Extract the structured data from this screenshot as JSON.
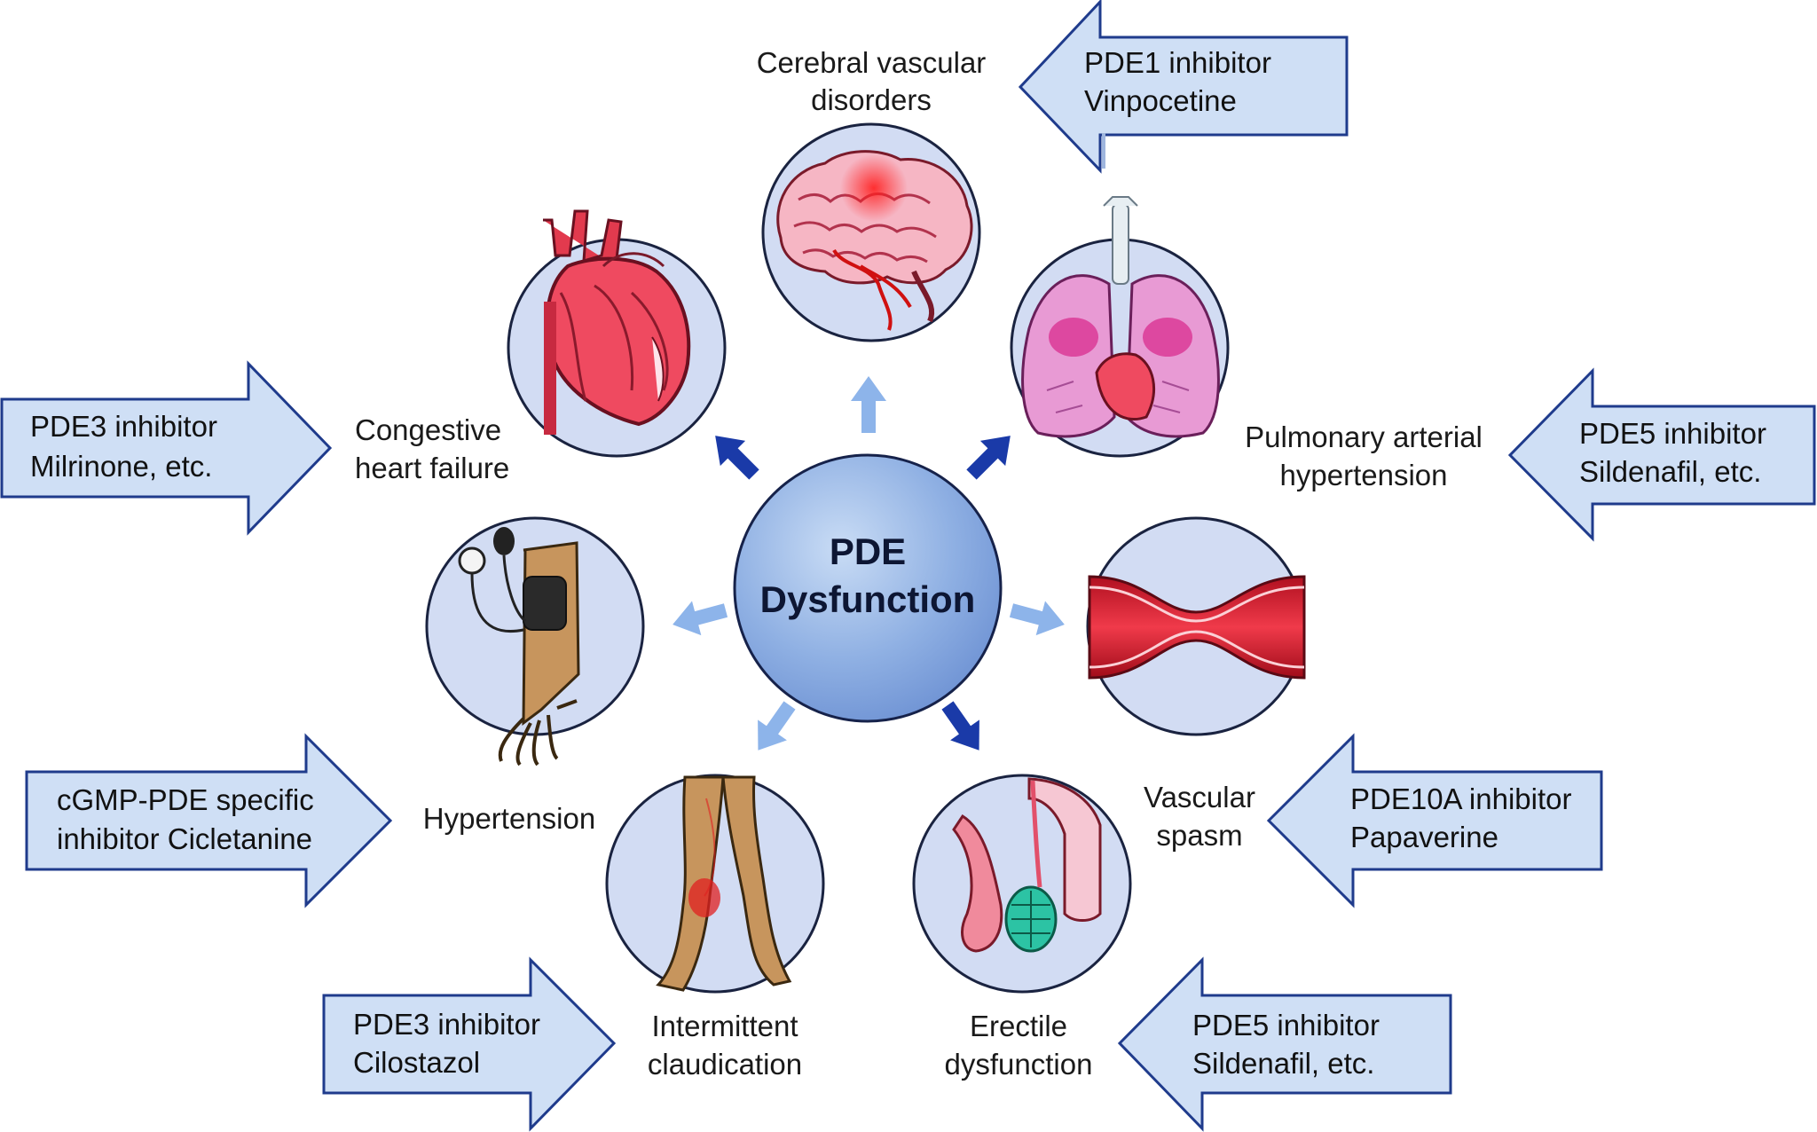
{
  "center": {
    "line1": "PDE",
    "line2": "Dysfunction"
  },
  "colors": {
    "arrow_fill": "#cfdff5",
    "arrow_stroke": "#1f3b8c",
    "circle_fill": "#d2dcf3",
    "circle_stroke": "#1a2340",
    "center_fill": "#9fbde8",
    "pointer_dark": "#1a3aa8",
    "pointer_light": "#8db4ea"
  },
  "conditions": {
    "cerebral": {
      "line1": "Cerebral vascular",
      "line2": "disorders",
      "icon": "brain-icon"
    },
    "heart": {
      "line1": "Congestive",
      "line2": "heart failure",
      "icon": "heart-icon"
    },
    "pulmonary": {
      "line1": "Pulmonary arterial",
      "line2": "hypertension",
      "icon": "lungs-icon"
    },
    "hypertension": {
      "line1": "Hypertension",
      "icon": "blood-pressure-cuff-icon"
    },
    "vascular": {
      "line1": "Vascular",
      "line2": "spasm",
      "icon": "blood-vessel-icon"
    },
    "claudication": {
      "line1": "Intermittent",
      "line2": "claudication",
      "icon": "legs-icon"
    },
    "erectile": {
      "line1": "Erectile",
      "line2": "dysfunction",
      "icon": "male-anatomy-icon"
    }
  },
  "inhibitors": {
    "pde1": {
      "line1": "PDE1 inhibitor",
      "line2": "Vinpocetine"
    },
    "pde3_milrinone": {
      "line1": "PDE3 inhibitor",
      "line2": "Milrinone, etc."
    },
    "pde5_pulmonary": {
      "line1": "PDE5 inhibitor",
      "line2": "Sildenafil, etc."
    },
    "cgmp": {
      "line1": "cGMP-PDE specific",
      "line2": "inhibitor Cicletanine"
    },
    "pde10a": {
      "line1": "PDE10A inhibitor",
      "line2": "Papaverine"
    },
    "pde3_cilostazol": {
      "line1": "PDE3 inhibitor",
      "line2": "Cilostazol"
    },
    "pde5_erectile": {
      "line1": "PDE5 inhibitor",
      "line2": "Sildenafil, etc."
    }
  }
}
